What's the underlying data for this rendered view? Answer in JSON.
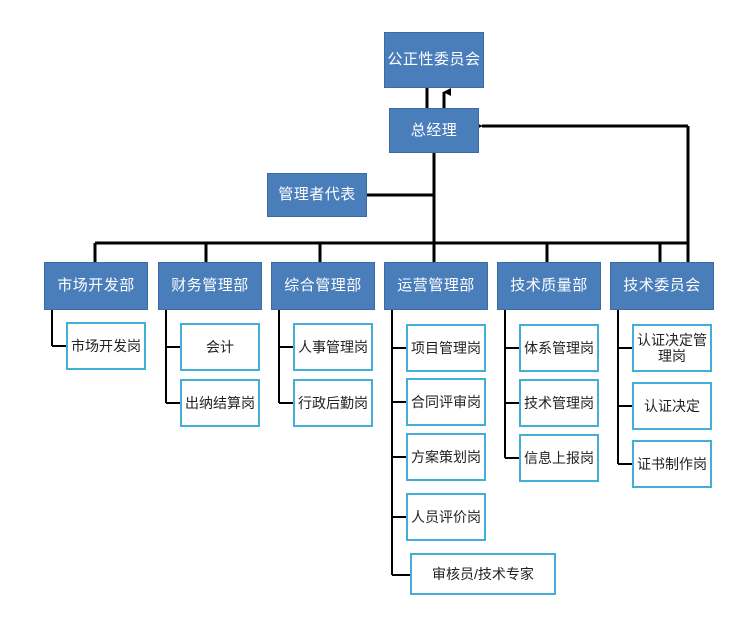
{
  "diagram": {
    "title_text": "",
    "colors": {
      "dept_fill": "#4A7EBB",
      "dept_border": "#3A6BA5",
      "dept_text": "#FFFFFF",
      "role_fill": "#FFFFFF",
      "role_border": "#41AFD7",
      "role_text": "#222222",
      "connector": "#000000"
    },
    "top": {
      "impartiality_committee": "公正性委员会",
      "general_manager": "总经理",
      "management_representative": "管理者代表"
    },
    "departments": [
      {
        "name": "市场开发部"
      },
      {
        "name": "财务管理部"
      },
      {
        "name": "综合管理部"
      },
      {
        "name": "运营管理部"
      },
      {
        "name": "技术质量部"
      },
      {
        "name": "技术委员会"
      }
    ],
    "roles": {
      "market": [
        "市场开发岗"
      ],
      "finance": [
        "会计",
        "出纳结算岗"
      ],
      "general": [
        "人事管理岗",
        "行政后勤岗"
      ],
      "operations": [
        "项目管理岗",
        "合同评审岗",
        "方案策划岗",
        "人员评价岗",
        "审核员/技术专家"
      ],
      "technical_quality": [
        "体系管理岗",
        "技术管理岗",
        "信息上报岗"
      ],
      "technical_committee": [
        "认证决定管理岗",
        "认证决定",
        "证书制作岗"
      ]
    }
  }
}
